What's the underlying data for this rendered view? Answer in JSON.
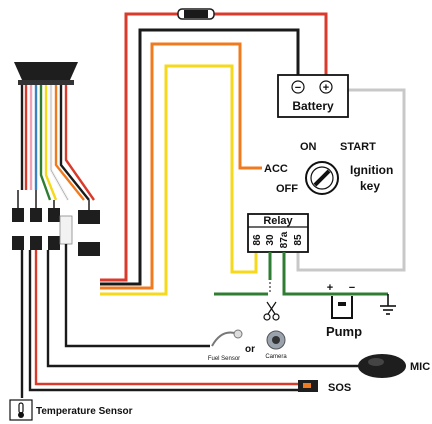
{
  "labels": {
    "battery": "Battery",
    "battery_minus": "−",
    "battery_plus": "+",
    "on": "ON",
    "start": "START",
    "acc": "ACC",
    "off": "OFF",
    "ignition": "Ignition",
    "key": "key",
    "relay": "Relay",
    "pin86": "86",
    "pin30": "30",
    "pin87a": "87a",
    "pin85": "85",
    "pump": "Pump",
    "pump_plus": "+",
    "pump_minus": "−",
    "or": "or",
    "fuel_sensor": "Fuel Sensor",
    "camera": "Camera",
    "mic": "MIC",
    "sos": "SOS",
    "temperature_sensor": "Temperature Sensor"
  },
  "wire_colors": {
    "red": "#d93a2b",
    "black": "#1a1a1a",
    "orange": "#f07a1e",
    "yellow": "#f5d91a",
    "green": "#2e7d32",
    "gray": "#c8c8c8",
    "white": "#f2f2f2",
    "blue": "#3b82c4",
    "pink": "#f2a0b6"
  }
}
